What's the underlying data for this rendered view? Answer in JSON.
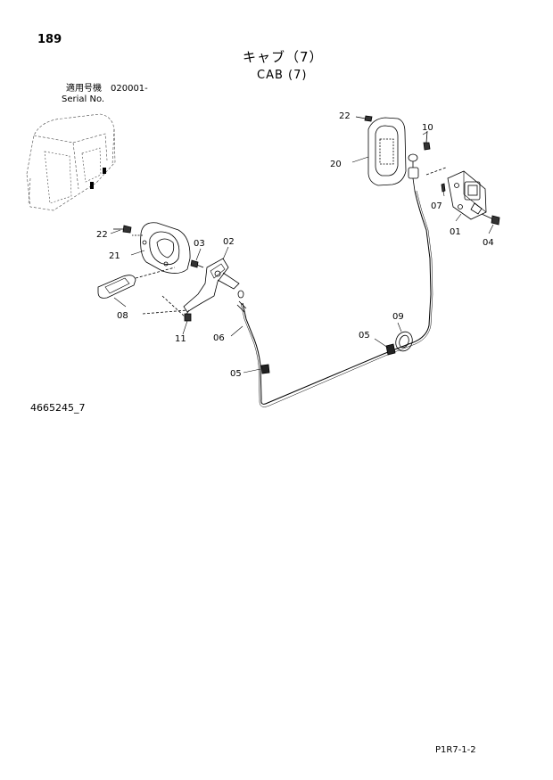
{
  "page_number": "189",
  "title_jp": "キャブ（7）",
  "title_en": "CAB (7)",
  "serial_jp": "適用号機　020001-",
  "serial_en": "Serial No.",
  "drawing_no": "4665245_7",
  "page_code": "P1R7-1-2",
  "parts": {
    "p22a": "22",
    "p10": "10",
    "p20": "20",
    "p07": "07",
    "p01": "01",
    "p04": "04",
    "p22b": "22",
    "p03": "03",
    "p02": "02",
    "p21": "21",
    "p08": "08",
    "p11": "11",
    "p06": "06",
    "p09": "09",
    "p05a": "05",
    "p05b": "05"
  }
}
